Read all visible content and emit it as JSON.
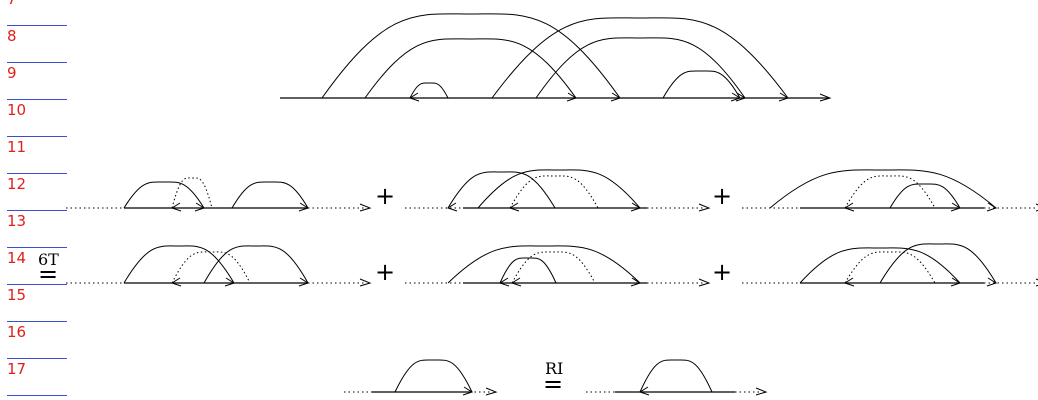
{
  "line_numbers": [
    "7",
    "8",
    "9",
    "10",
    "11",
    "12",
    "13",
    "14",
    "15",
    "16",
    "17"
  ],
  "relation_6t": {
    "label": "6T",
    "symbol": "="
  },
  "relation_ri": {
    "label": "RI",
    "symbol": "="
  },
  "plus_symbol": "+"
}
